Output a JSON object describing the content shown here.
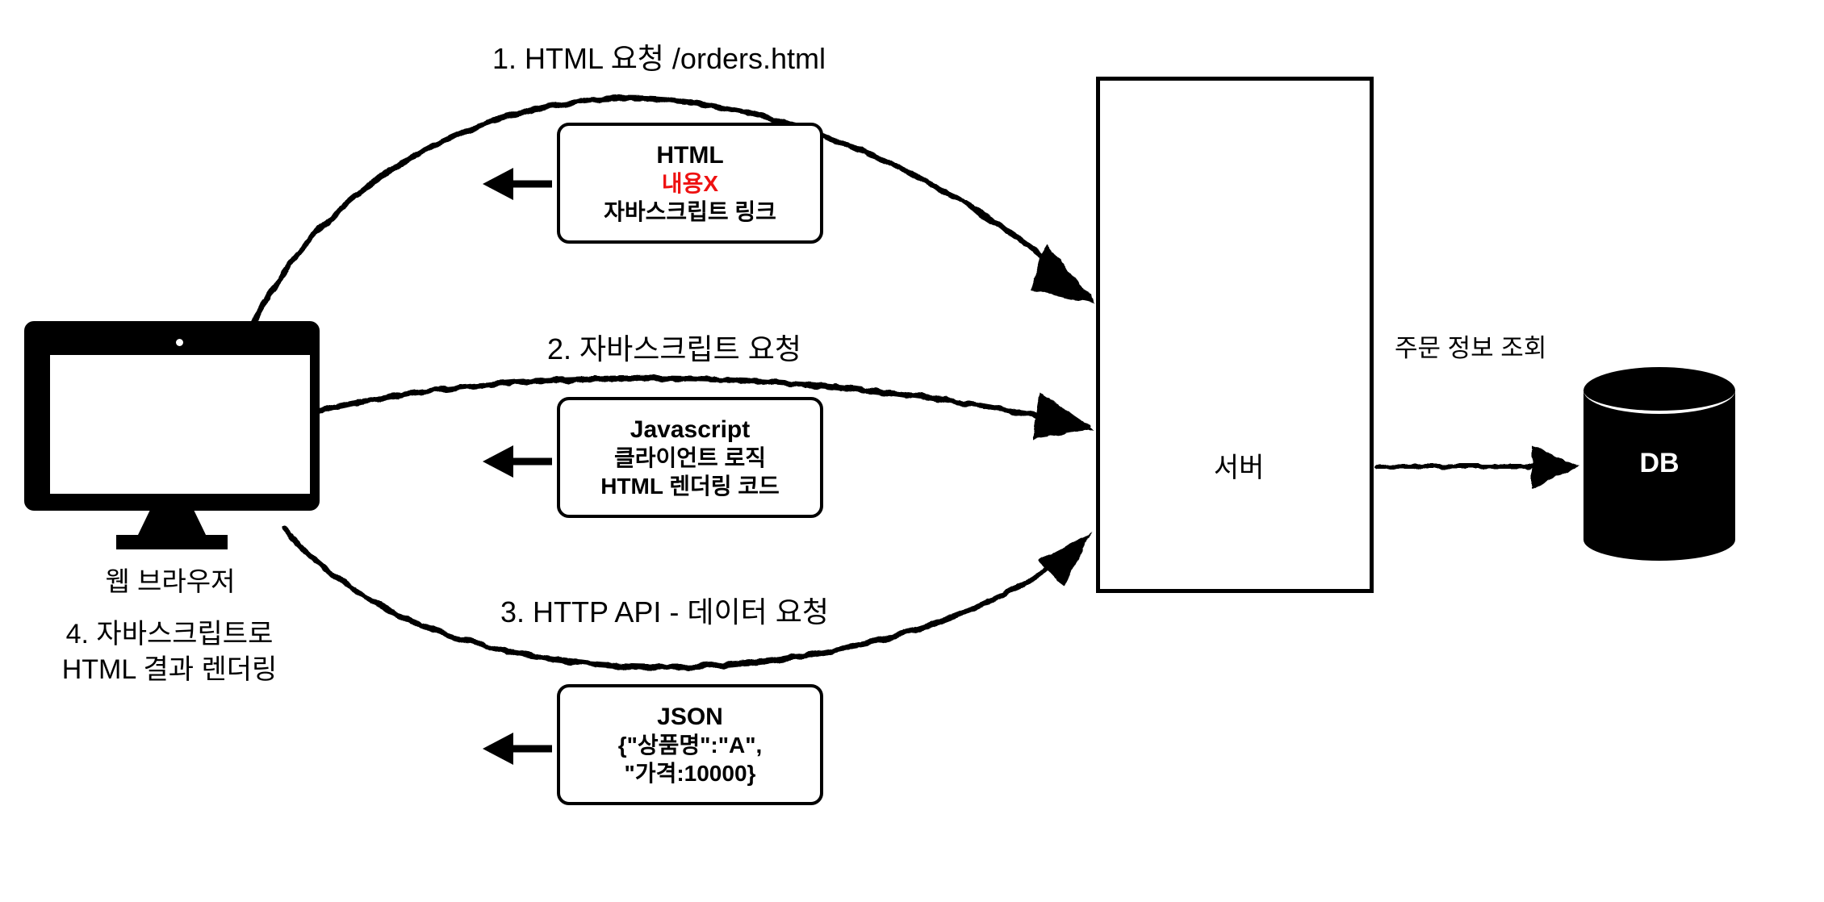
{
  "diagram": {
    "title_flow": "Browser / Server / DB request flow",
    "nodes": {
      "browser": {
        "icon": "monitor-icon",
        "label": "웹 브라우저"
      },
      "server": {
        "label": "서버"
      },
      "database": {
        "label": "DB"
      }
    },
    "steps": {
      "step1": "1. HTML 요청 /orders.html",
      "step2": "2. 자바스크립트 요청",
      "step3": "3. HTTP API -  데이터 요청",
      "step4_line1": "4. 자바스크립트로",
      "step4_line2": "HTML 결과 렌더링"
    },
    "db_edge_label": "주문 정보 조회",
    "callouts": [
      {
        "id": "html-response",
        "title": "HTML",
        "line2": "내용X",
        "line2_color": "#ee1111",
        "line3": "자바스크립트 링크"
      },
      {
        "id": "javascript-response",
        "title": "Javascript",
        "line2": "클라이언트 로직",
        "line3": "HTML 렌더링 코드"
      },
      {
        "id": "json-response",
        "title": "JSON",
        "line2": "{\"상품명\":\"A\",",
        "line3": "\"가격:10000}"
      }
    ],
    "colors": {
      "ink": "#000000",
      "accent_red": "#ee1111",
      "background": "#ffffff"
    }
  }
}
